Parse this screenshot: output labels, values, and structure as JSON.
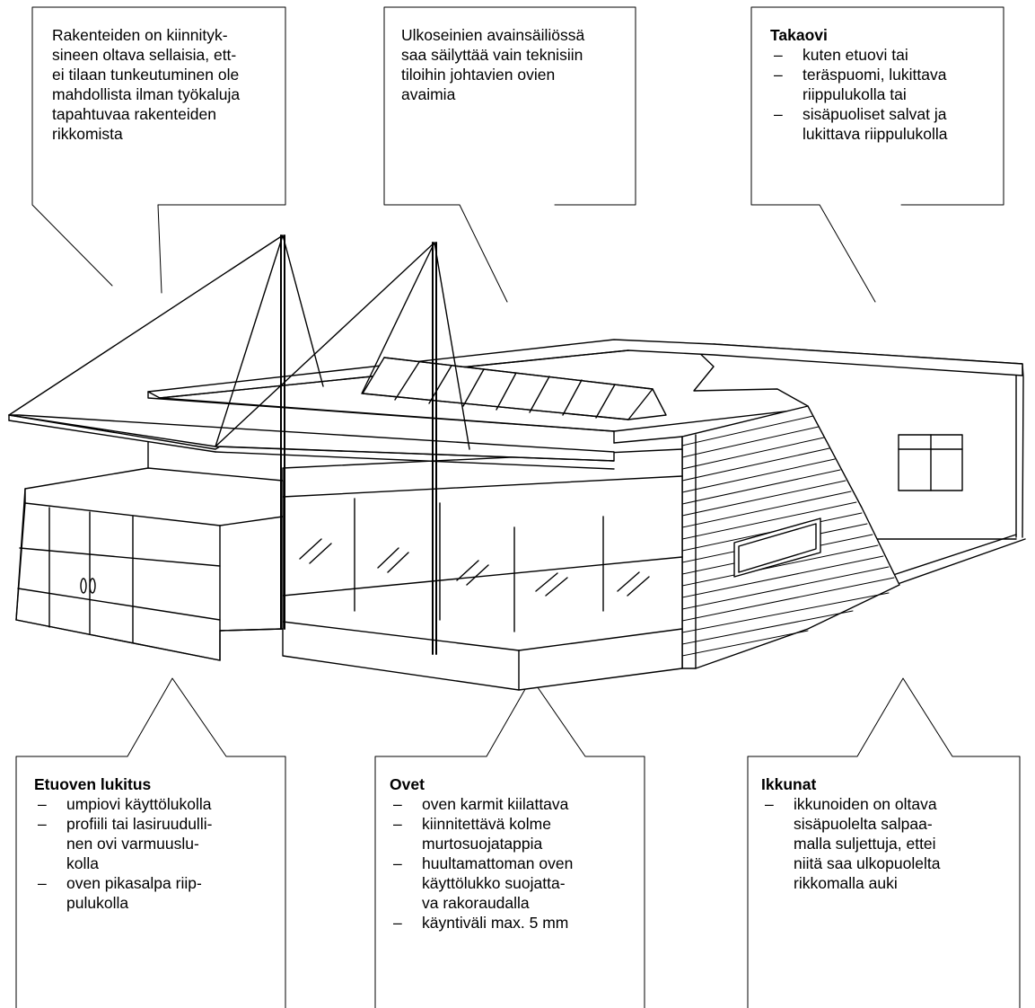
{
  "callouts": {
    "structures": {
      "text": "Rakenteiden on kiinnityk-\nsineen oltava sellaisia, ett-\nei tilaan tunkeutuminen ole\nmahdollista ilman työkaluja\ntapahtuvaa rakenteiden\nrikkomista"
    },
    "key_box": {
      "text": "Ulkoseinien avainsäiliössä\nsaa säilyttää vain teknisiin\ntiloihin johtavien ovien\navaimia"
    },
    "back_door": {
      "title": "Takaovi",
      "items": [
        "kuten etuovi tai",
        "teräspuomi, lukittava\nriippulukolla tai",
        "sisäpuoliset salvat ja\nlukittava riippulukolla"
      ]
    },
    "front_door": {
      "title": "Etuoven lukitus",
      "items": [
        "umpiovi käyttölukolla",
        "profiili tai lasiruudulli-\nnen ovi varmuuslu-\nkolla",
        "oven pikasalpa riip-\npulukolla"
      ]
    },
    "doors": {
      "title": "Ovet",
      "items": [
        "oven karmit kiilattava",
        "kiinnitettävä kolme\nmurtosuojatappia",
        "huultamattoman oven\nkäyttölukko suojatta-\nva rakoraudalla",
        "käyntiväli max. 5 mm"
      ]
    },
    "windows": {
      "title": "Ikkunat",
      "items": [
        "ikkunoiden on oltava\nsisäpuolelta salpaa-\nmalla suljettuja, ettei\nniitä saa ulkopuolelta\nrikkomalla auki"
      ]
    }
  }
}
